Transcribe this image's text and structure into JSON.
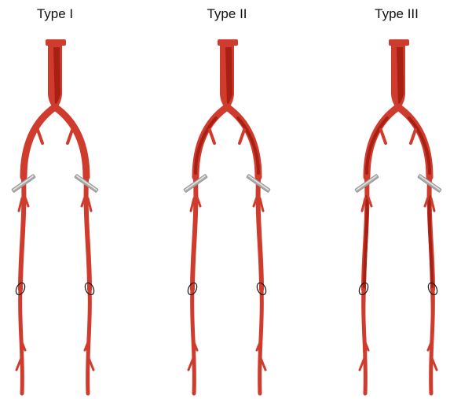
{
  "panels": [
    {
      "title": "Type I"
    },
    {
      "title": "Type II"
    },
    {
      "title": "Type III"
    }
  ],
  "colors": {
    "artery": "#cf3b2c",
    "artery_dark": "#a81f14",
    "clamp": "#a8a8a8",
    "clamp_highlight": "#e6e6e6",
    "outline": "#1a1a1a",
    "background": "#ffffff"
  }
}
